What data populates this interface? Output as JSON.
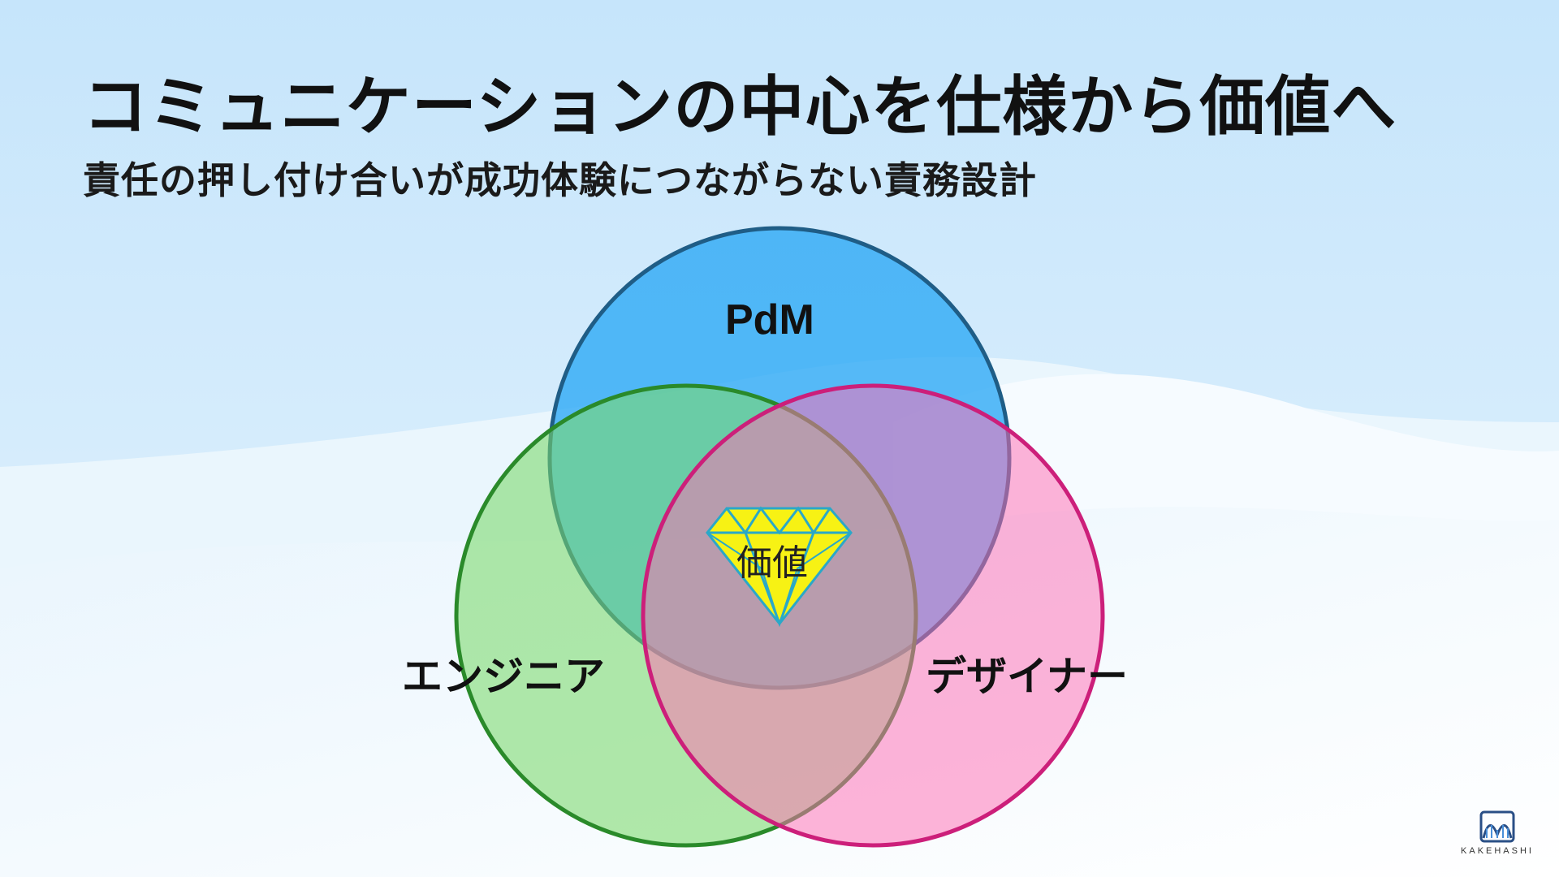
{
  "slide": {
    "title": "コミュニケーションの中心を仕様から価値へ",
    "subtitle": "責任の押し付け合いが成功体験につながらない責務設計"
  },
  "diagram": {
    "circles": {
      "pdm": "PdM",
      "engineer": "エンジニア",
      "designer": "デザイナー"
    },
    "center_label": "価値",
    "center_icon": "diamond-icon"
  },
  "logo": {
    "text": "KAKEHASHI",
    "icon": "kakehashi-logo-icon"
  },
  "colors": {
    "pdm_fill": "#2aa8f5",
    "pdm_stroke": "#1f5d86",
    "engineer_fill": "#7bd96b",
    "engineer_stroke": "#2a8a2a",
    "designer_fill": "#ff6fb4",
    "designer_stroke": "#cc1f7a",
    "diamond": "#f7f214"
  }
}
